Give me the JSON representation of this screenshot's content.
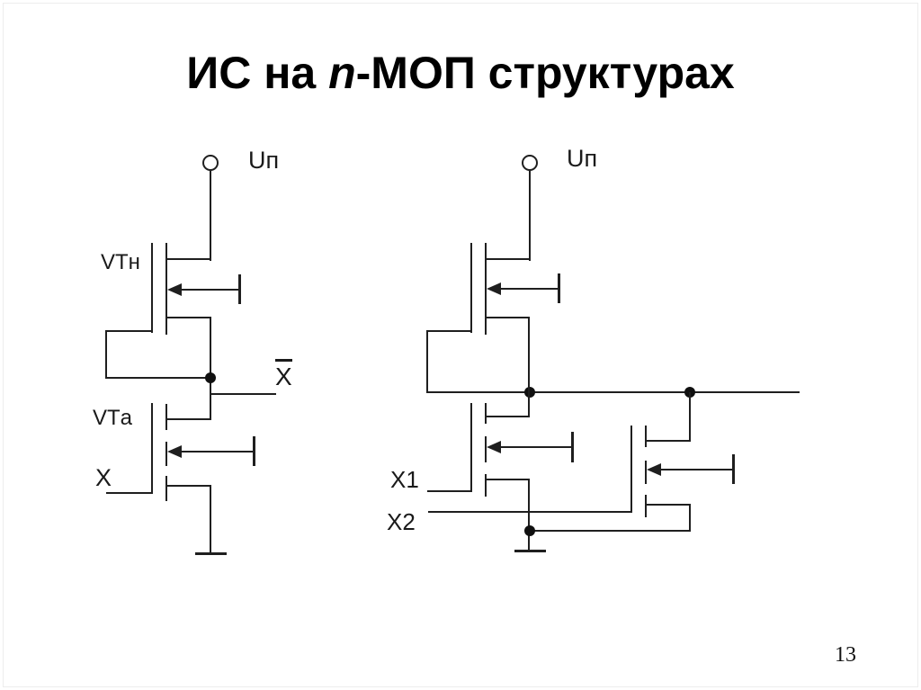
{
  "slide": {
    "title_prefix": "ИС на ",
    "title_italic": "n",
    "title_suffix": "-МОП структурах",
    "page_number": "13"
  },
  "inverter": {
    "power_label": "Uп",
    "load_transistor_label": "VTн",
    "driver_transistor_label": "VTа",
    "input_label": "X",
    "output_label": "X",
    "output_has_overbar": true
  },
  "nor_gate": {
    "power_label": "Uп",
    "input1_label": "X1",
    "input2_label": "X2"
  },
  "colors": {
    "line": "#1f1f1f",
    "background": "#ffffff"
  }
}
